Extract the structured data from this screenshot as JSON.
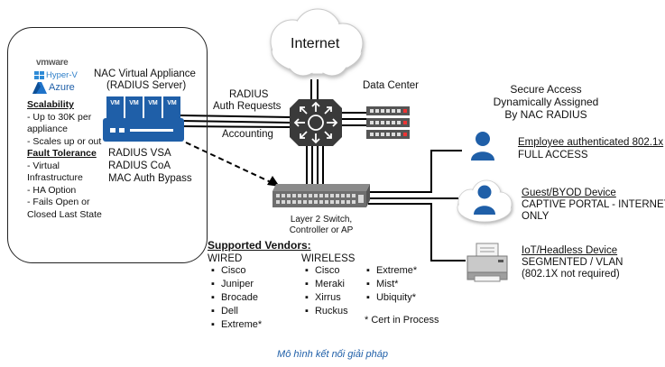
{
  "virt": {
    "vmware": "vmware",
    "hyperv": "Hyper-V",
    "azure": "Azure"
  },
  "left_panel": {
    "scal_head": "Scalability",
    "scal_items": [
      "- Up to 30K per",
      "appliance",
      "- Scales up or out"
    ],
    "fault_head": "Fault Tolerance",
    "fault_items": [
      "- Virtual",
      "Infrastructure",
      "- HA Option",
      "- Fails Open or",
      "Closed Last State"
    ]
  },
  "appliance": {
    "title1": "NAC Virtual Appliance",
    "title2": "(RADIUS Server)",
    "vm": "VM",
    "feat1": "RADIUS VSA",
    "feat2": "RADIUS CoA",
    "feat3": "MAC Auth Bypass"
  },
  "cloud": {
    "label": "Internet"
  },
  "links": {
    "radius1": "RADIUS",
    "radius2": "Auth Requests",
    "accounting": "Accounting"
  },
  "datacenter": {
    "label": "Data Center"
  },
  "switch": {
    "line1": "Layer 2 Switch,",
    "line2": "Controller or AP"
  },
  "secure": {
    "line1": "Secure Access",
    "line2": "Dynamically Assigned",
    "line3": "By NAC RADIUS"
  },
  "endpoints": {
    "employee_title": "Employee authenticated 802.1x",
    "employee_access": "FULL ACCESS",
    "guest_title": "Guest/BYOD Device",
    "guest_access1": "CAPTIVE PORTAL - INTERNET",
    "guest_access2": "ONLY",
    "iot_title": "IoT/Headless Device",
    "iot_access1": "SEGMENTED / VLAN",
    "iot_access2": "(802.1X not required)"
  },
  "vendors": {
    "title": "Supported Vendors:",
    "wired_head": "WIRED",
    "wired": [
      "Cisco",
      "Juniper",
      "Brocade",
      "Dell",
      "Extreme*"
    ],
    "wireless_head": "WIRELESS",
    "wireless": [
      "Cisco",
      "Meraki",
      "Xirrus",
      "Ruckus"
    ],
    "other": [
      "Extreme*",
      "Mist*",
      "Ubiquity*"
    ],
    "note": "* Cert in Process"
  },
  "caption": "Mô hình kết nối giải pháp",
  "colors": {
    "accent": "#1f5fa8",
    "router": "#3a3a3a"
  }
}
